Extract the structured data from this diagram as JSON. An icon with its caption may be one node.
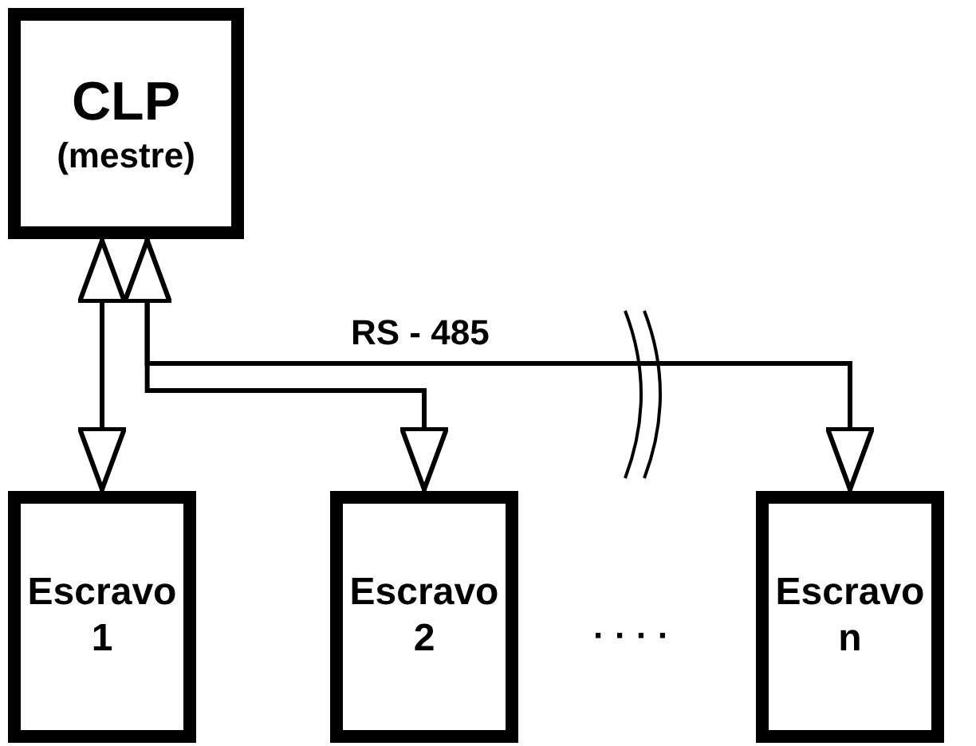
{
  "diagram": {
    "nodes": [
      {
        "text": [
          "CLP",
          "(mestre)"
        ]
      },
      {
        "text": [
          "Escravo",
          "1"
        ]
      },
      {
        "text": [
          "Escravo",
          "2"
        ]
      },
      {
        "text": [
          "Escravo",
          "n"
        ]
      }
    ],
    "edges": [
      {
        "from": 0,
        "to": 1,
        "arrow": "both"
      },
      {
        "from": 0,
        "to": 2,
        "arrow": "both"
      },
      {
        "from": 0,
        "to": 3,
        "arrow": "both"
      }
    ],
    "labels": [
      "RS - 485",
      "· · · ·"
    ]
  }
}
